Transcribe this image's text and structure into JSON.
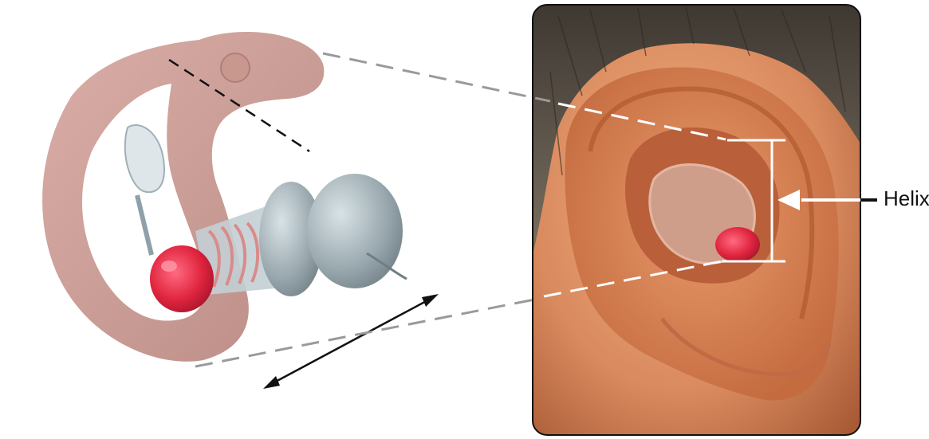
{
  "labels": {
    "helix": "Helix"
  },
  "colors": {
    "earplug_flange": "#c7958f",
    "earplug_tip": "#e0243e",
    "earplug_stem": "#b6c4c9",
    "earplug_dome": "#8f9ea4",
    "hair": "#5a5247",
    "skin": "#d98a5e",
    "guide_dash": "#9a9a9a",
    "bracket": "#ffffff",
    "arrow": "#111111"
  },
  "icons": {
    "earplug": "earplug-illustration",
    "ear": "ear-photo",
    "double_arrow": "double-arrow-icon",
    "pointer_arrow": "left-arrow-icon"
  }
}
